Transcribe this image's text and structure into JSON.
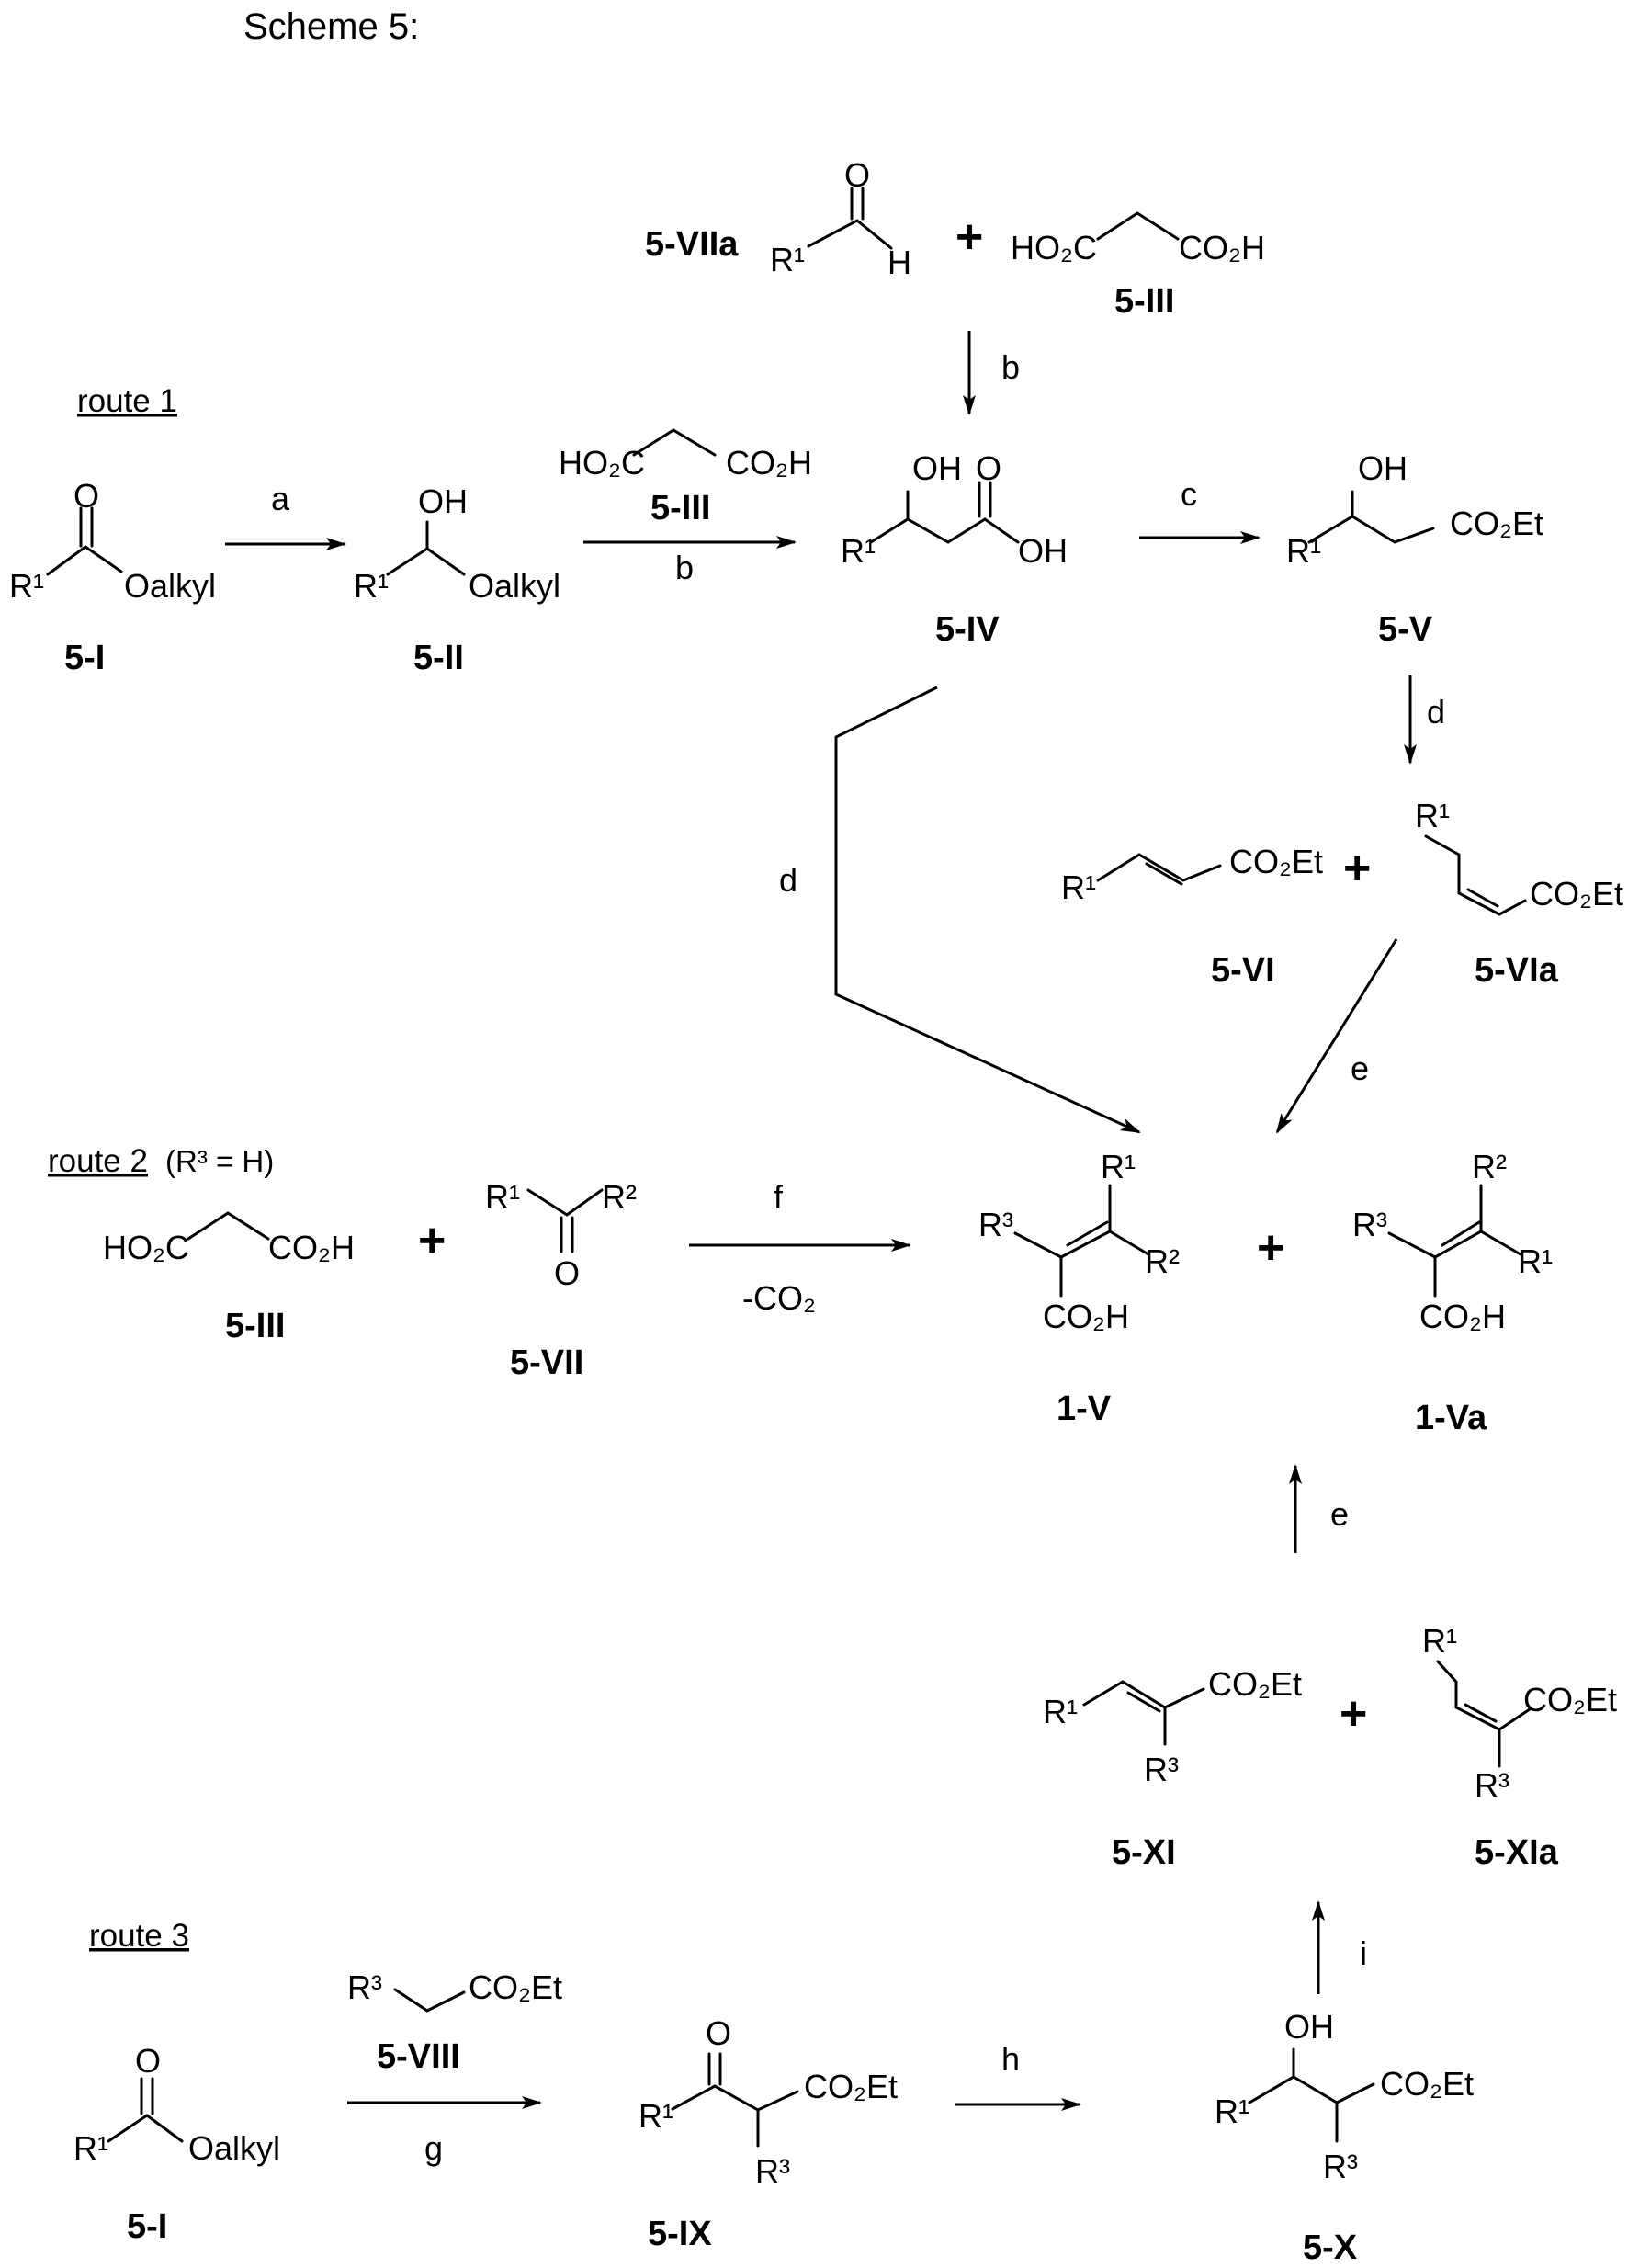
{
  "title": "Scheme 5:",
  "routes": {
    "route1": "route 1",
    "route2": "route 2",
    "route2_cond": "(R³ = H)",
    "route3": "route 3"
  },
  "compounds": {
    "c5_I": "5-I",
    "c5_II": "5-II",
    "c5_III": "5-III",
    "c5_IV": "5-IV",
    "c5_V": "5-V",
    "c5_VI": "5-VI",
    "c5_VIa": "5-VIa",
    "c5_VII": "5-VII",
    "c5_VIIa": "5-VIIa",
    "c5_VIII": "5-VIII",
    "c5_IX": "5-IX",
    "c5_X": "5-X",
    "c5_XI": "5-XI",
    "c5_XIa": "5-XIa",
    "c1_V": "1-V",
    "c1_Va": "1-Va"
  },
  "reagents": {
    "a": "a",
    "b": "b",
    "c": "c",
    "d": "d",
    "e": "e",
    "f": "f",
    "co2": "-CO₂",
    "g": "g",
    "h": "h",
    "i": "i"
  },
  "groups": {
    "R1": "R¹",
    "R2": "R²",
    "R3": "R³",
    "O": "O",
    "OH": "OH",
    "H": "H",
    "Oalkyl": "Oalkyl",
    "CO2Et": "CO₂Et",
    "CO2H": "CO₂H",
    "HO2C": "HO₂C",
    "plus": "+"
  }
}
